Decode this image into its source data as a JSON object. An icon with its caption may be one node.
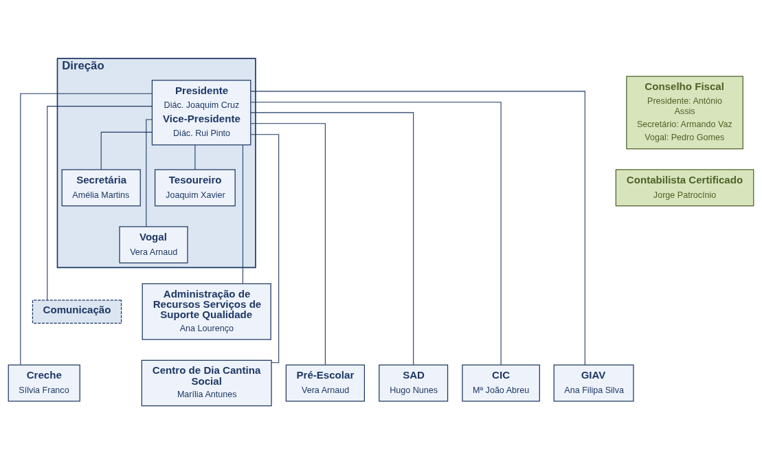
{
  "diagram": {
    "nodes": [
      {
        "text": [
          "Direção"
        ]
      },
      {
        "text": [
          "Presidente",
          "Diác. Joaquim Cruz",
          "Vice-Presidente",
          "Diác. Rui Pinto"
        ],
        "in": 0
      },
      {
        "text": [
          "Secretária",
          "Amélia Martins"
        ],
        "in": 0
      },
      {
        "text": [
          "Tesoureiro",
          "Joaquim Xavier"
        ],
        "in": 0
      },
      {
        "text": [
          "Vogal",
          "Vera Arnaud"
        ],
        "in": 0
      },
      {
        "text": [
          "Comunicação"
        ]
      },
      {
        "text": [
          "Administração de Recursos Serviços de Suporte Qualidade",
          "Ana Lourenço"
        ]
      },
      {
        "text": [
          "Creche",
          "Sílvia Franco"
        ]
      },
      {
        "text": [
          "Pré-Escolar",
          "Vera Arnaud"
        ]
      },
      {
        "text": [
          "SAD",
          "Hugo Nunes"
        ]
      },
      {
        "text": [
          "Centro de Dia Cantina Social",
          "Marília Antunes"
        ]
      },
      {
        "text": [
          "CIC",
          "Mª João Abreu"
        ]
      },
      {
        "text": [
          "GIAV",
          "Ana Filipa Silva"
        ]
      },
      {
        "text": [
          "Conselho Fiscal",
          "Presidente: António Assis",
          "Secretário: Armando Vaz",
          "Vogal: Pedro Gomes"
        ]
      },
      {
        "text": [
          "Contabilista Certificado",
          "Jorge Patrocínio"
        ]
      }
    ],
    "edges": [
      {
        "from": 1,
        "to": 2,
        "arrow": "none"
      },
      {
        "from": 1,
        "to": 3,
        "arrow": "none"
      },
      {
        "from": 1,
        "to": 4,
        "arrow": "none"
      },
      {
        "from": 1,
        "to": 5,
        "arrow": "none"
      },
      {
        "from": 1,
        "to": 6,
        "arrow": "none"
      },
      {
        "from": 1,
        "to": 7,
        "arrow": "none"
      },
      {
        "from": 1,
        "to": 8,
        "arrow": "none"
      },
      {
        "from": 1,
        "to": 9,
        "arrow": "none"
      },
      {
        "from": 1,
        "to": 10,
        "arrow": "none"
      },
      {
        "from": 1,
        "to": 11,
        "arrow": "none"
      },
      {
        "from": 1,
        "to": 12,
        "arrow": "none"
      }
    ]
  }
}
